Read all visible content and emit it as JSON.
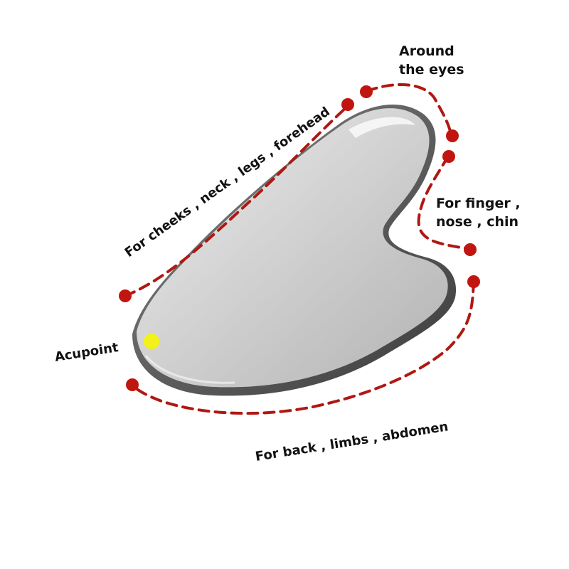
{
  "labels": {
    "eyes_line1": "Around",
    "eyes_line2": "the eyes",
    "cheeks": "For cheeks , neck , legs , forehead",
    "finger_line1": "For finger ,",
    "finger_line2": "nose , chin",
    "acupoint": "Acupoint",
    "back": "For back , limbs , abdomen"
  },
  "colors": {
    "marker": "#c0160f",
    "dash": "#b01812",
    "acupoint_dot": "#f2f21a",
    "text": "#111111"
  }
}
